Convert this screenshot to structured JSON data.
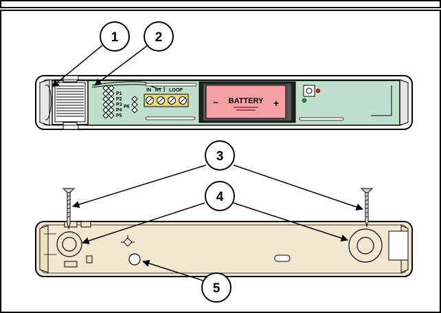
{
  "callouts": {
    "c1": "1",
    "c2": "2",
    "c3": "3",
    "c4": "4",
    "c5": "5"
  },
  "board": {
    "pin_labels": [
      "P1",
      "P2",
      "P3",
      "P4",
      "P5"
    ],
    "p6_label": "P6",
    "terminal_in": "IN",
    "terminal_rt": "RT",
    "terminal_loop": "LOOP"
  },
  "battery": {
    "label": "BATTERY",
    "minus": "–",
    "plus": "+"
  },
  "colors": {
    "board_green": "#bfe0cc",
    "battery_pink": "#f5a0a5",
    "base_cream": "#f3e7cf",
    "led_red": "#dd2222",
    "led_green": "#2a8a3a",
    "terminal_yellow": "#e8dc7a"
  },
  "icons": {
    "pin-header": "grid of diamond pins",
    "screw": "tapered screw",
    "screw-terminal": "circle with cross"
  }
}
